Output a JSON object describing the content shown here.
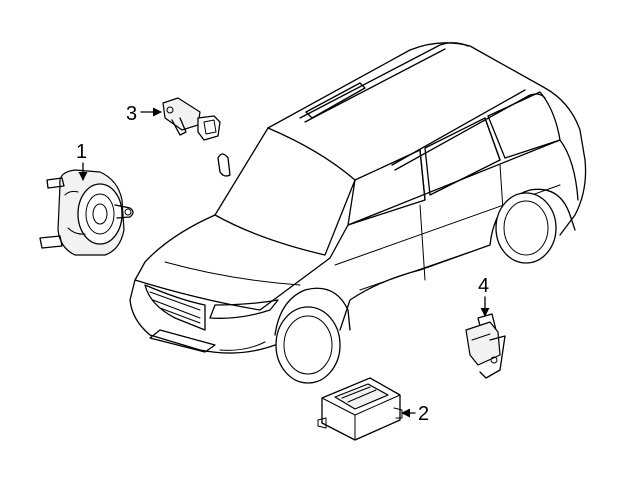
{
  "diagram": {
    "callouts": [
      {
        "number": "1",
        "part": "clock-spring"
      },
      {
        "number": "2",
        "part": "airbag-control-module"
      },
      {
        "number": "3",
        "part": "front-impact-sensor"
      },
      {
        "number": "4",
        "part": "side-impact-sensor"
      }
    ],
    "colors": {
      "line": "#000000",
      "background": "#ffffff"
    }
  }
}
